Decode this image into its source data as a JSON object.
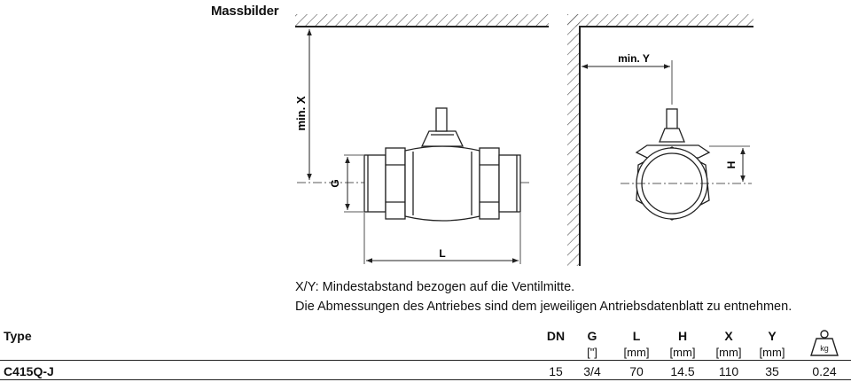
{
  "section_title": "Massbilder",
  "drawing_labels": {
    "min_x": "min. X",
    "min_y": "min. Y",
    "g": "G",
    "l": "L",
    "h": "H"
  },
  "notes": {
    "line1": "X/Y: Mindestabstand bezogen auf die Ventilmitte.",
    "line2": "Die Abmessungen des Antriebes sind dem jeweiligen Antriebsdatenblatt zu entnehmen."
  },
  "table": {
    "type_header": "Type",
    "headers": [
      "DN",
      "G",
      "L",
      "H",
      "X",
      "Y"
    ],
    "units": [
      "",
      "[\"]",
      "[mm]",
      "[mm]",
      "[mm]",
      "[mm]"
    ],
    "weight_unit": "kg",
    "row": {
      "type": "C415Q-J",
      "values": [
        "15",
        "3/4",
        "70",
        "14.5",
        "110",
        "35",
        "0.24"
      ]
    }
  }
}
